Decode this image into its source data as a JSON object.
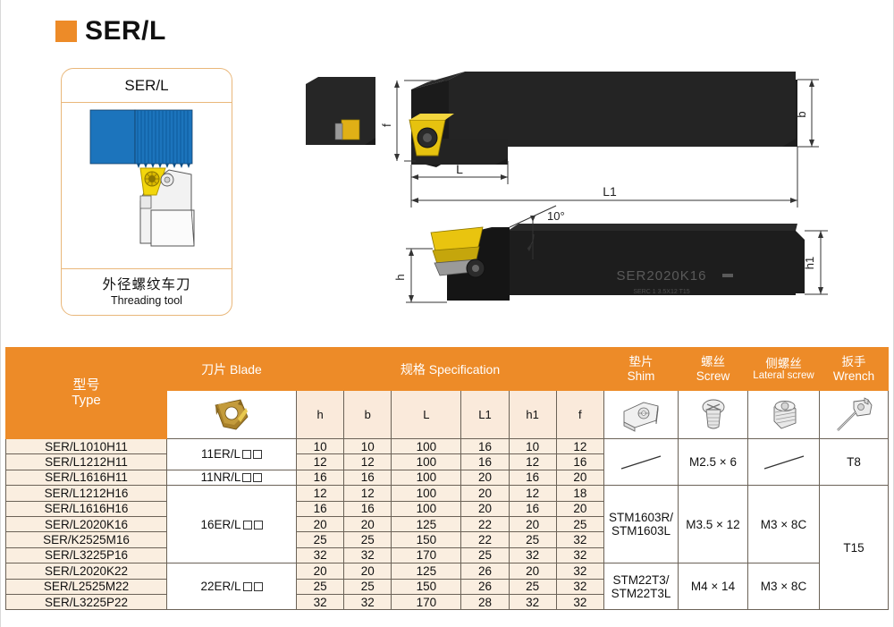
{
  "title": {
    "text": "SER/L",
    "swatch_color": "#ED8B28"
  },
  "product_card": {
    "heading": "SER/L",
    "caption_cn": "外径螺纹车刀",
    "caption_en": "Threading tool"
  },
  "drawings": {
    "top_view": {
      "labels": {
        "f": "f",
        "b": "b",
        "L": "L",
        "L1": "L1"
      }
    },
    "side_view": {
      "labels": {
        "h": "h",
        "h1": "h1",
        "angle": "10°"
      },
      "engraving": "SER2020K16"
    }
  },
  "table": {
    "headers": {
      "type": {
        "cn": "型号",
        "en": "Type"
      },
      "blade": {
        "label": "刀片 Blade"
      },
      "specification": {
        "label": "规格 Specification"
      },
      "shim": {
        "cn": "垫片",
        "en": "Shim"
      },
      "screw": {
        "cn": "螺丝",
        "en": "Screw"
      },
      "lateral_screw": {
        "cn": "侧螺丝",
        "en": "Lateral screw"
      },
      "wrench": {
        "cn": "扳手",
        "en": "Wrench"
      }
    },
    "spec_columns": [
      "h",
      "b",
      "L",
      "L1",
      "h1",
      "f"
    ],
    "rows": [
      {
        "type": "SER/L1010H11",
        "h": "10",
        "b": "10",
        "L": "100",
        "L1": "16",
        "h1": "10",
        "f": "12"
      },
      {
        "type": "SER/L1212H11",
        "h": "12",
        "b": "12",
        "L": "100",
        "L1": "16",
        "h1": "12",
        "f": "16"
      },
      {
        "type": "SER/L1616H11",
        "h": "16",
        "b": "16",
        "L": "100",
        "L1": "20",
        "h1": "16",
        "f": "20"
      },
      {
        "type": "SER/L1212H16",
        "h": "12",
        "b": "12",
        "L": "100",
        "L1": "20",
        "h1": "12",
        "f": "18"
      },
      {
        "type": "SER/L1616H16",
        "h": "16",
        "b": "16",
        "L": "100",
        "L1": "20",
        "h1": "16",
        "f": "20"
      },
      {
        "type": "SER/L2020K16",
        "h": "20",
        "b": "20",
        "L": "125",
        "L1": "22",
        "h1": "20",
        "f": "25"
      },
      {
        "type": "SER/K2525M16",
        "h": "25",
        "b": "25",
        "L": "150",
        "L1": "22",
        "h1": "25",
        "f": "32"
      },
      {
        "type": "SER/L3225P16",
        "h": "32",
        "b": "32",
        "L": "170",
        "L1": "25",
        "h1": "32",
        "f": "32"
      },
      {
        "type": "SER/L2020K22",
        "h": "20",
        "b": "20",
        "L": "125",
        "L1": "26",
        "h1": "20",
        "f": "32"
      },
      {
        "type": "SER/L2525M22",
        "h": "25",
        "b": "25",
        "L": "150",
        "L1": "26",
        "h1": "25",
        "f": "32"
      },
      {
        "type": "SER/L3225P22",
        "h": "32",
        "b": "32",
        "L": "170",
        "L1": "28",
        "h1": "32",
        "f": "32"
      }
    ],
    "blade_groups": [
      {
        "label": "11ER/L",
        "rowspan": 2,
        "boxes": 2
      },
      {
        "label": "11NR/L",
        "rowspan": 1,
        "boxes": 2
      },
      {
        "label": "16ER/L",
        "rowspan": 5,
        "boxes": 2
      },
      {
        "label": "22ER/L",
        "rowspan": 3,
        "boxes": 2
      }
    ],
    "shim_groups": [
      {
        "label": "",
        "rowspan": 3,
        "is_dash": true
      },
      {
        "label": "STM1603R/\nSTM1603L",
        "rowspan": 5,
        "is_dash": false
      },
      {
        "label": "STM22T3/\nSTM22T3L",
        "rowspan": 3,
        "is_dash": false
      }
    ],
    "screw_groups": [
      {
        "label": "M2.5 × 6",
        "rowspan": 3
      },
      {
        "label": "M3.5 × 12",
        "rowspan": 5
      },
      {
        "label": "M4 × 14",
        "rowspan": 3
      }
    ],
    "lateral_screw_groups": [
      {
        "label": "",
        "rowspan": 3,
        "is_dash": true
      },
      {
        "label": "M3 × 8C",
        "rowspan": 5,
        "is_dash": false
      },
      {
        "label": "M3 × 8C",
        "rowspan": 3,
        "is_dash": false
      }
    ],
    "wrench_groups": [
      {
        "label": "T8",
        "rowspan": 3
      },
      {
        "label": "T15",
        "rowspan": 8
      }
    ]
  },
  "colors": {
    "orange": "#ED8B28",
    "row_bg": "#FAEEE0",
    "sub_head_bg": "#FAEADB",
    "card_border": "#E9B77A",
    "workpiece_blue": "#1C74BC",
    "insert_gold": "#E8C81E",
    "tool_body": "#1a1a1a"
  }
}
